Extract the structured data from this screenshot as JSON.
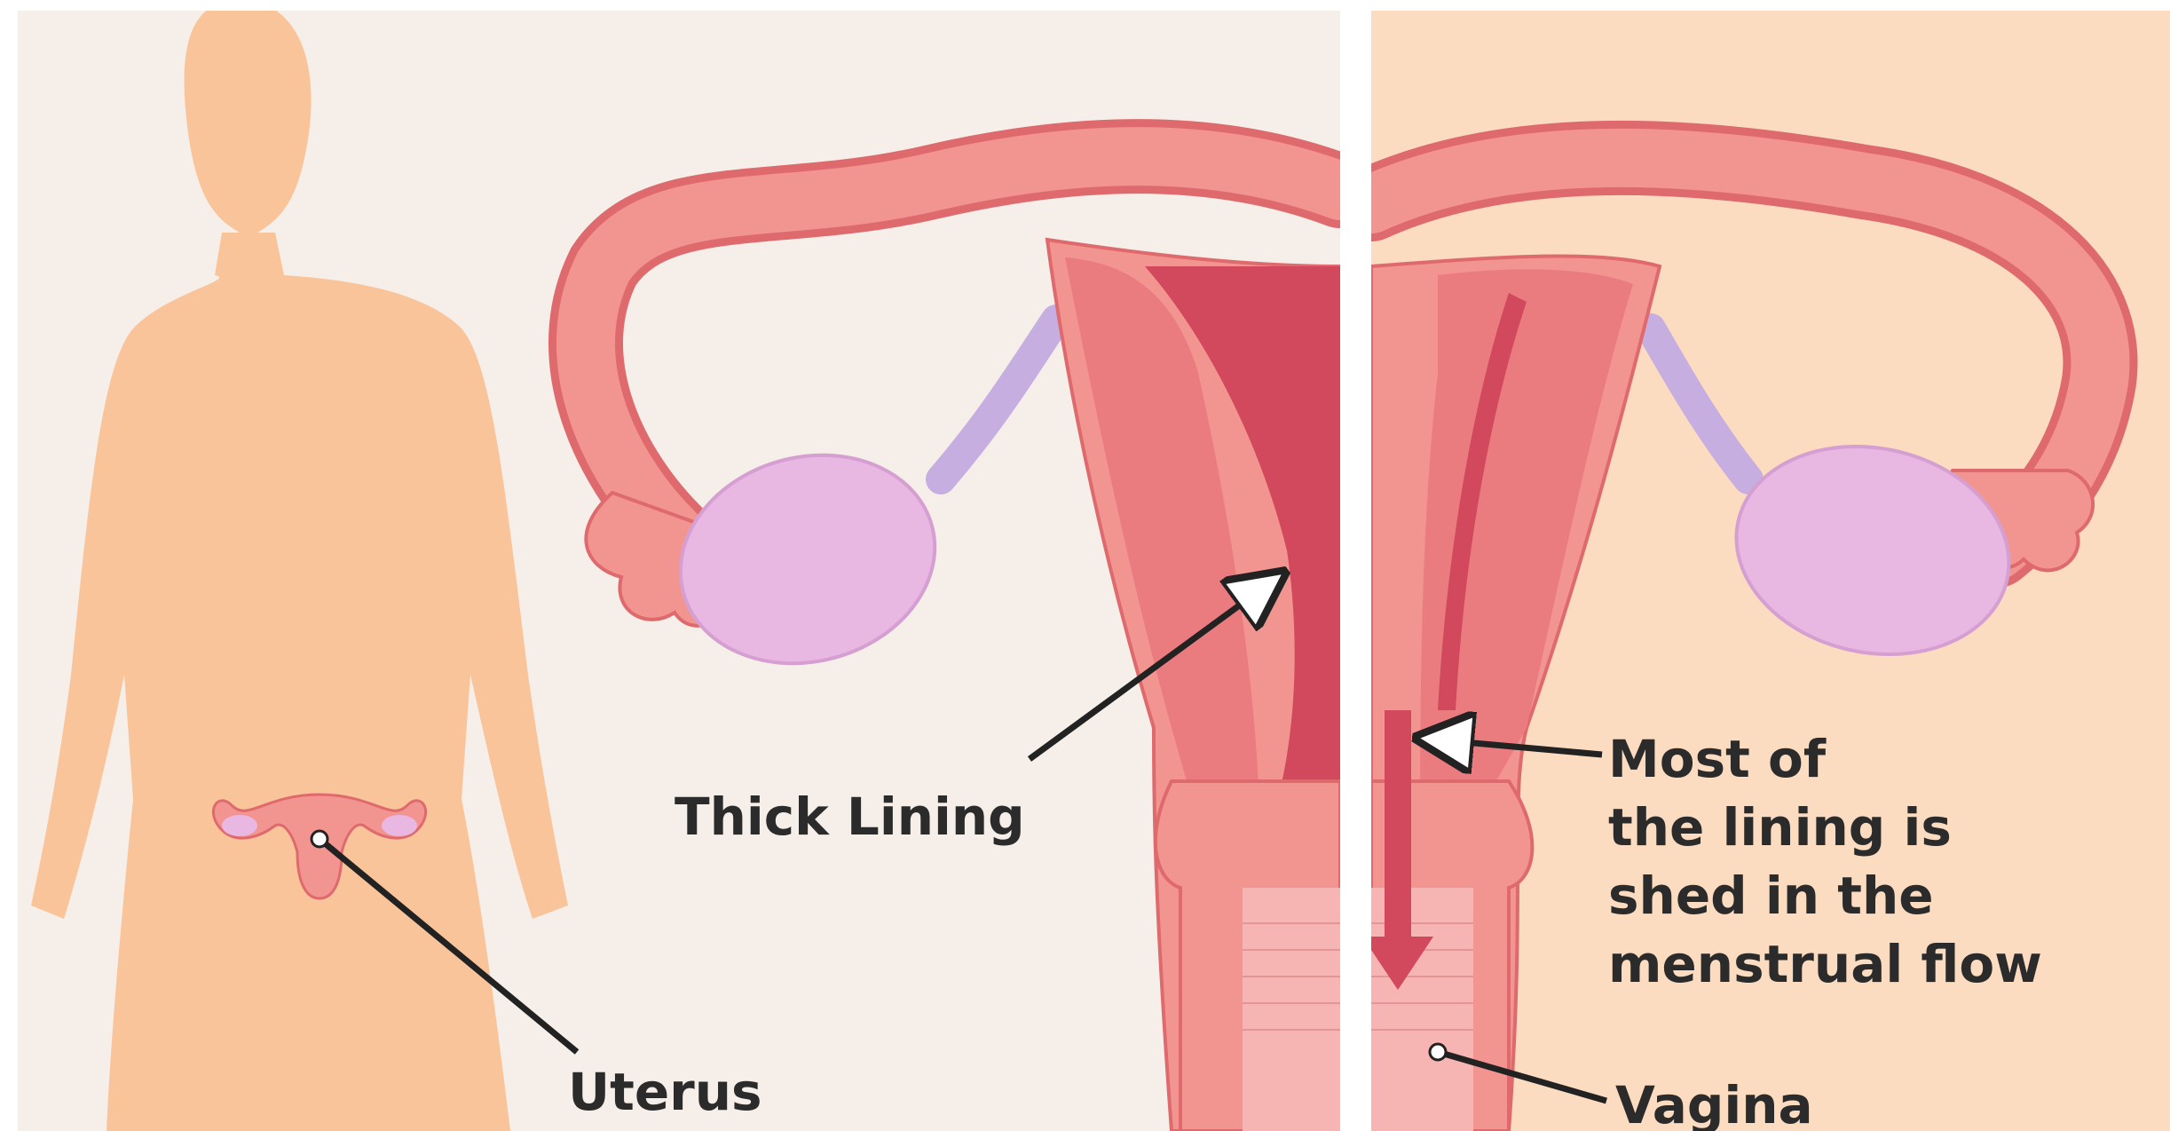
{
  "labels": {
    "uterus": "Uterus",
    "thick_lining": "Thick Lining",
    "vagina": "Vagina",
    "shed_line1": "Most of",
    "shed_line2": "the lining is",
    "shed_line3": "shed in the",
    "shed_line4": "menstrual flow"
  },
  "colors": {
    "left_panel_bg": "#f6efe9",
    "right_panel_bg": "#fbdcc0",
    "body_silhouette": "#fac49b",
    "uterus_wall": "#f29590",
    "uterus_outline": "#de6a6e",
    "uterus_muscle": "#ea7c80",
    "lining": "#d2485c",
    "ovary": "#e8b7e2",
    "ovary_ligament": "#c7aee0",
    "label_text": "#2b2b2b",
    "pointer": "#222222"
  }
}
